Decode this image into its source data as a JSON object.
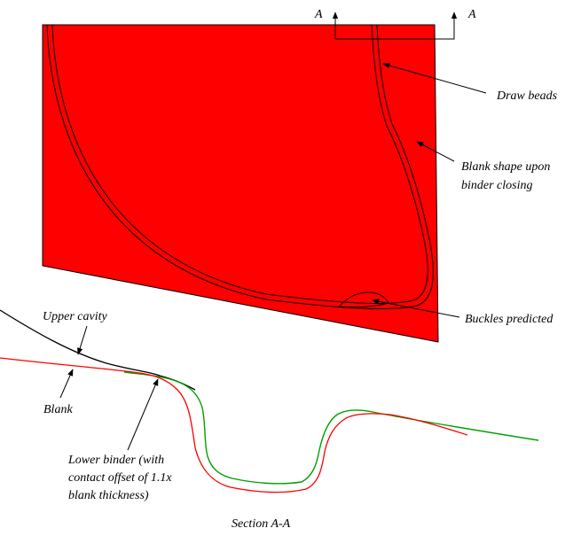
{
  "section_marker": {
    "left": "A",
    "right": "A"
  },
  "labels": {
    "draw_beads": "Draw beads",
    "blank_shape_line1": "Blank shape upon",
    "blank_shape_line2": "binder closing",
    "buckles": "Buckles predicted",
    "upper_cavity": "Upper cavity",
    "blank": "Blank",
    "lower_binder_line1": "Lower binder (with",
    "lower_binder_line2": "contact offset of 1.1x",
    "lower_binder_line3": "blank thickness)",
    "section_caption": "Section A-A"
  },
  "colors": {
    "blank_fill": "#ff0000",
    "upper_cavity": "#000000",
    "blank_curve": "#ff0000",
    "lower_binder": "#00a000"
  }
}
